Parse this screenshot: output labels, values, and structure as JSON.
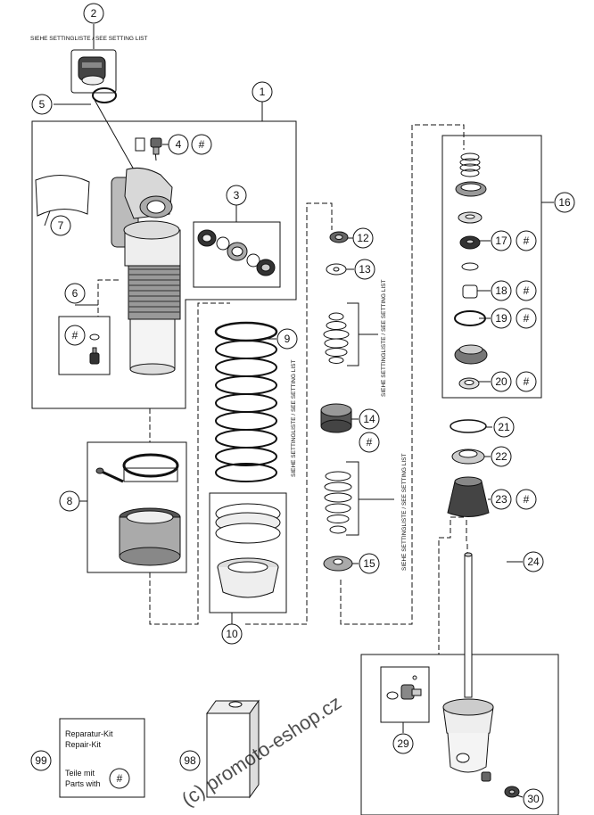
{
  "notes": {
    "setting_top": "SIEHE SETTINGLISTE / SEE SETTING LIST",
    "setting_spring": "SIEHE SETTINGLISTE / SEE SETTING LIST",
    "setting_stack_upper": "SIEHE SETTINGLISTE / SEE SETTING LIST",
    "setting_stack_lower": "SIEHE SETTINGLISTE / SEE SETTING LIST"
  },
  "hash": "#",
  "callouts": {
    "c1": "1",
    "c2": "2",
    "c3": "3",
    "c4": "4",
    "c5": "5",
    "c6": "6",
    "c7": "7",
    "c8": "8",
    "c9": "9",
    "c10": "10",
    "c12": "12",
    "c13": "13",
    "c14": "14",
    "c15": "15",
    "c16": "16",
    "c17": "17",
    "c18": "18",
    "c19": "19",
    "c20": "20",
    "c21": "21",
    "c22": "22",
    "c23": "23",
    "c24": "24",
    "c29": "29",
    "c30": "30",
    "c98": "98",
    "c99": "99"
  },
  "repair_kit": {
    "line1": "Reparatur-Kit",
    "line2": "Repair-Kit",
    "line3": "Teile mit",
    "line4": "Parts with"
  },
  "watermark": "(c) promoto-eshop.cz"
}
